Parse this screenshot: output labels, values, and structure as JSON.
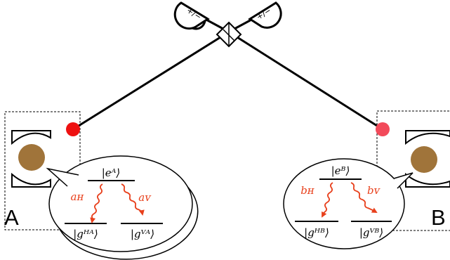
{
  "nodes": {
    "a": {
      "letter": "A"
    },
    "b": {
      "letter": "B"
    }
  },
  "detectors": {
    "left_sign": "+/−",
    "right_sign": "+/−"
  },
  "levels_a": {
    "excited": "|eᴬ⟩",
    "ground_h": "|gᴴᴬ⟩",
    "ground_v": "|gⱽᴬ⟩",
    "photon_h": "aʜ",
    "photon_v": "aᴠ"
  },
  "levels_b": {
    "excited": "|eᴮ⟩",
    "ground_h": "|gᴴᴮ⟩",
    "ground_v": "|gⱽᴮ⟩",
    "photon_h": "bʜ",
    "photon_v": "bᴠ"
  },
  "colors": {
    "line": "#000000",
    "atom": "#a0743a",
    "emitter_a": "#ee1111",
    "emitter_b": "#f24a5a",
    "photon": "#e8401c"
  }
}
